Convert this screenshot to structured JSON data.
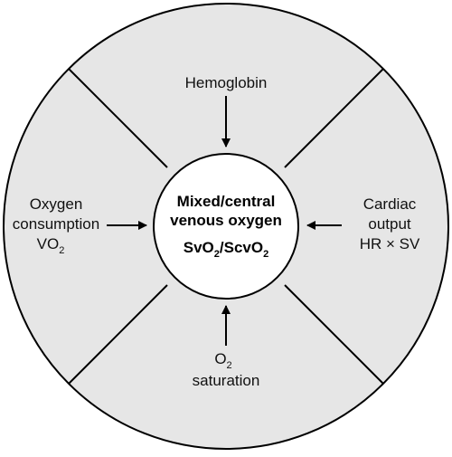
{
  "colors": {
    "ring_fill": "#e6e6e6",
    "center_fill": "#ffffff",
    "stroke": "#000000"
  },
  "center": {
    "line1": "Mixed/central",
    "line2": "venous oxygen",
    "svo2_main": "SvO",
    "svo2_sub": "2",
    "slash": "/ScvO",
    "scvo2_sub": "2"
  },
  "top": {
    "label": "Hemoglobin"
  },
  "left": {
    "line1": "Oxygen",
    "line2": "consumption",
    "line3_main": "VO",
    "line3_sub": "2"
  },
  "right": {
    "line1": "Cardiac",
    "line2": "output",
    "line3": "HR × SV"
  },
  "bottom": {
    "line1_main": "O",
    "line1_sub": "2",
    "line2": "saturation"
  }
}
